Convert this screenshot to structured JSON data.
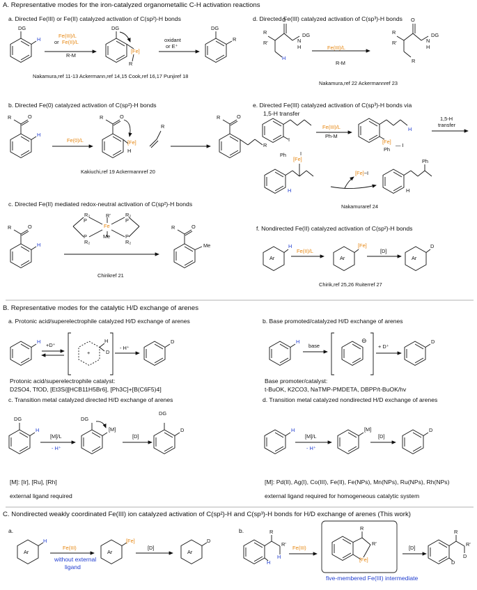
{
  "A": {
    "title": "A. Representative modes for the iron-catalyzed organometallic C-H activation reactions",
    "a": {
      "title": "a. Directed Fe(III) or Fe(II) catalyzed activation of C(sp²)-H bonds",
      "cond1": "Fe(III)/L",
      "cond_or": "or",
      "cond2": "Fe(II)/L",
      "reagent": "R-M",
      "cond3": "oxidant",
      "cond4": "or E⁺",
      "dg1": "DG",
      "h1": "H",
      "dg2": "DG",
      "fe2": "[Fe]",
      "r2": "R",
      "dg3": "DG",
      "r3": "R",
      "refs": "Nakamura,ref 11-13 Ackermann,ref 14,15 Cook,ref 16,17 Punjiref 18"
    },
    "b": {
      "title": "b. Directed Fe(0) catalyzed activation of C(sp²)-H bonds",
      "cond": "Fe(0)/L",
      "r1": "R",
      "o1": "O",
      "h1": "H",
      "r2": "R",
      "o2": "O",
      "fe2": "[Fe]",
      "h2": "H",
      "r_alk": "R",
      "r3": "R",
      "o3": "O",
      "r4": "R",
      "refs": "Kakiuchi,ref 19 Ackermannref 20"
    },
    "c": {
      "title": "c. Directed Fe(II) mediated redox-neutral activation of C(sp²)-H bonds",
      "r1": "R",
      "o1": "O",
      "h1": "H",
      "cat": [
        "R₂",
        "P",
        "R'",
        "R₂",
        "P",
        "Fe",
        "P",
        "R₂",
        "P",
        "Me",
        "R₂"
      ],
      "r2": "R",
      "o2": "O",
      "me": "Me",
      "refs": "Chirikref 21"
    },
    "d": {
      "title": "d. Directed Fe(III) catalyzed activation of C(sp³)-H bonds",
      "cond": "Fe(III)/L",
      "reagent": "R-M",
      "labels": [
        "O",
        "R",
        "R'",
        "N",
        "H",
        "DG",
        "H",
        "O",
        "R",
        "R'",
        "N",
        "H",
        "DG",
        "R"
      ],
      "refs": "Nakamura,ref 22 Ackermannref 23"
    },
    "e": {
      "title": "e. Directed Fe(III) catalyzed activation of C(sp³)-H bonds via",
      "title2": "1,5-H transfer",
      "cond": "Fe(III)/L",
      "reagent": "Ph-M",
      "i": "I",
      "h1": "H",
      "fe1": "[Fe]",
      "ph1": "Ph",
      "i1": "— I",
      "transfer": "1,5-H",
      "transfer2": "transfer",
      "ph2": "Ph",
      "fe2": "[Fe]",
      "i2": "I",
      "h2": "H",
      "feI": "[Fe]−I",
      "ph3": "Ph",
      "h3": "H",
      "refs": "Nakamuraref 24"
    },
    "f": {
      "title": "f. Nondirected Fe(II) catalyzed activation of C(sp²)-H bonds",
      "cond": "Fe(II)/L",
      "d": "[D]",
      "ar1": "Ar",
      "h": "H",
      "ar2": "Ar",
      "fe": "[Fe]",
      "ar3": "Ar",
      "dd": "D",
      "refs": "Chirik,ref 25,26 Ruiterref 27"
    }
  },
  "B": {
    "title": "B. Representative modes for the catalytic H/D exchange of arenes",
    "a": {
      "title": "a. Protonic acid/superelectrophile catalyzed H/D exchange of arenes",
      "h": "H",
      "plusD": "+D⁺",
      "plus": "+",
      "hh": "H",
      "dd": "D",
      "minusH": "- H⁺",
      "d2": "D",
      "cat_label": "Protonic acid/superelectrophile catalyst:",
      "cat_list": "D2SO4, TfOD, [Et3Si][HCB11H5Br6], [Ph3C]+[B(C6F5)4]"
    },
    "b": {
      "title": "b. Base promoted/catalyzed H/D exchange of arenes",
      "h": "H",
      "base": "base",
      "minus": "⊖",
      "plusD": "+ D⁺",
      "d": "D",
      "cat_label": "Base promoter/catalyst:",
      "cat_list": "t-BuOK, K2CO3, NaTMP-PMDETA, DBPP/t-BuOK/hv"
    },
    "c": {
      "title": "c. Transition metal catalyzed directed H/D exchange of arenes",
      "dg1": "DG",
      "h1": "H",
      "ml": "[M]/L",
      "minusH": "- H⁺",
      "dg2": "DG",
      "m2": "[M]",
      "dd": "[D]",
      "dg3": "DG",
      "d3": "D",
      "m_list": "[M]: [Ir], [Ru], [Rh]",
      "note": "external ligand required"
    },
    "d": {
      "title": "d. Transition metal catalyzed nondirected H/D exchange of arenes",
      "h1": "H",
      "ml": "[M]/L",
      "minusH": "- H⁺",
      "m2": "[M]",
      "dd": "[D]",
      "d3": "D",
      "m_list": "[M]: Pd(II), Ag(I), Co(III), Fe(II), Fe(NPs), Mn(NPs), Ru(NPs), Rh(NPs)",
      "note": "external ligand required for homogeneous catalytic system"
    }
  },
  "C": {
    "title": "C. Nondirected weakly coordinated Fe(III) ion catalyzed activation of C(sp²)-H and C(sp³)-H bonds for H/D exchange of arenes (This work)",
    "a": {
      "label": "a.",
      "ar1": "Ar",
      "h": "H",
      "cond": "Fe(III)",
      "note1": "without external",
      "note2": "ligand",
      "ar2": "Ar",
      "fe": "[Fe]",
      "dd": "[D]",
      "ar3": "Ar",
      "d": "D"
    },
    "b": {
      "label": "b.",
      "r1": "R",
      "rp1": "R'",
      "h1": "H",
      "h2": "H",
      "cond": "Fe(III)",
      "r2": "R",
      "rp2": "R'",
      "fe": "[Fe]",
      "dd": "[D]",
      "r3": "R",
      "rp3": "R'",
      "d1": "D",
      "d2": "D",
      "note": "five-membered Fe(III) intermediate"
    }
  }
}
